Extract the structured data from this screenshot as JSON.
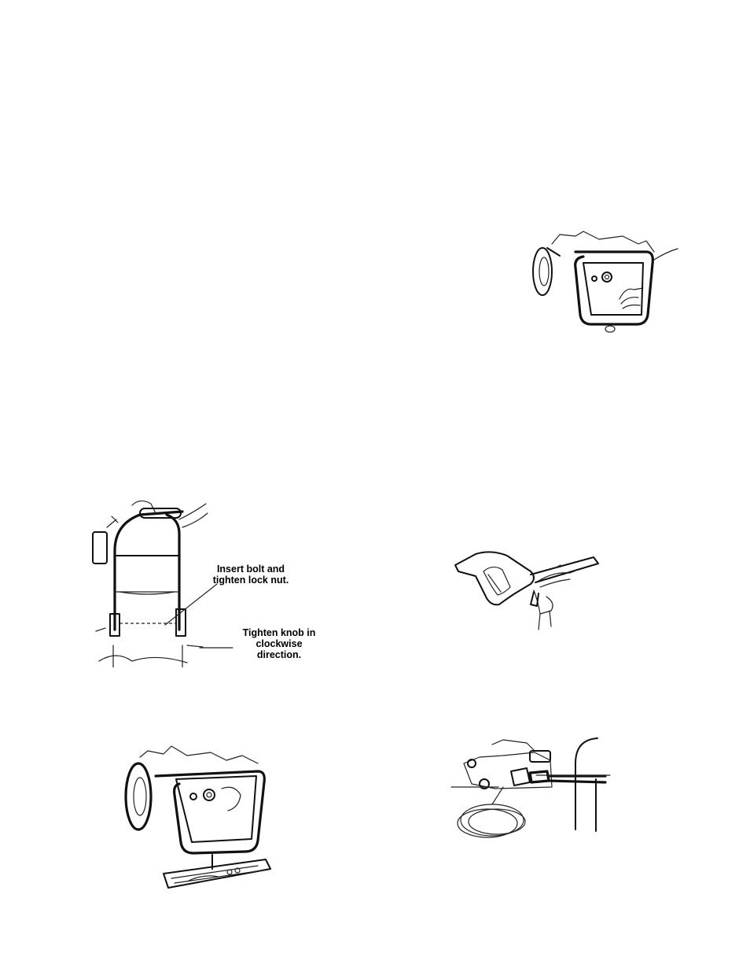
{
  "figures": [
    {
      "id": "frame-handle-top-right",
      "icon": "frame-handle-illustration"
    },
    {
      "id": "handle-assembly",
      "icon": "handle-assembly-illustration",
      "callouts": [
        {
          "id": "bolt-callout",
          "text_line1": "Insert bolt and",
          "text_line2": "tighten lock nut."
        },
        {
          "id": "knob-callout",
          "text_line1": "Tighten knob in",
          "text_line2": "clockwise",
          "text_line3": "direction."
        }
      ]
    },
    {
      "id": "spray-gun-wand",
      "icon": "spray-gun-illustration"
    },
    {
      "id": "frame-foot-pad",
      "icon": "foot-pad-illustration"
    },
    {
      "id": "hose-connection",
      "icon": "hose-connection-illustration"
    }
  ]
}
